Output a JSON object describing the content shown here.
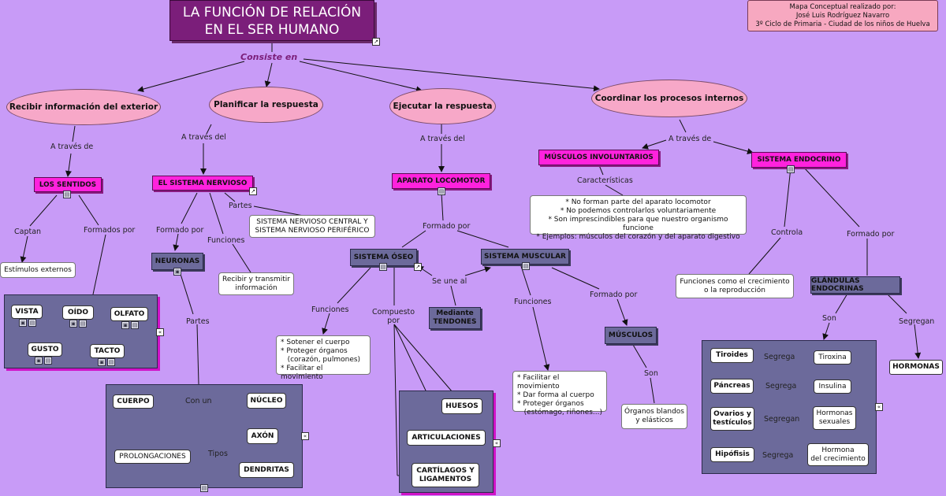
{
  "title_line1": "LA FUNCIÓN DE RELACIÓN",
  "title_line2": "EN EL SER HUMANO",
  "credit": {
    "line1": "Mapa Conceptual realizado por:",
    "line2": "José Luis Rodríguez Navarro",
    "line3": "3º Ciclo de Primaria - Ciudad de los niños de Huelva"
  },
  "consiste": "Consiste en",
  "ellipses": {
    "recibir": "Recibir información del exterior",
    "planificar": "Planificar la respuesta",
    "ejecutar": "Ejecutar la respuesta",
    "coordinar": "Coordinar los procesos internos"
  },
  "links": {
    "a_traves_de_1": "A través de",
    "a_traves_del_1": "A través del",
    "a_traves_del_2": "A través del",
    "a_traves_de_2": "A través de",
    "captan": "Captan",
    "formados_por": "Formados por",
    "partes_1": "Partes",
    "formado_por_1": "Formado por",
    "funciones_1": "Funciones",
    "partes_2": "Partes",
    "formado_por_2": "Formado por",
    "funciones_2": "Funciones",
    "compuesto_por": "Compuesto\npor",
    "se_une_al": "Se une al",
    "funciones_3": "Funciones",
    "formado_por_3": "Formado por",
    "son_1": "Son",
    "caracteristicas": "Características",
    "controla": "Controla",
    "formado_por_4": "Formado por",
    "son_2": "Son",
    "segregan": "Segregan",
    "con_un": "Con un",
    "tipos": "Tipos",
    "segrega_1": "Segrega",
    "segrega_2": "Segrega",
    "segregan_2": "Segregan",
    "segrega_3": "Segrega"
  },
  "nodes": {
    "sentidos": "LOS SENTIDOS",
    "nervioso": "EL SISTEMA NERVIOSO",
    "locomotor": "APARATO LOCOMOTOR",
    "involuntarios": "MÚSCULOS INVOLUNTARIOS",
    "endocrino": "SISTEMA ENDOCRINO",
    "neuronas": "NEURONAS",
    "oseo": "SISTEMA ÓSEO",
    "muscular": "SISTEMA MUSCULAR",
    "tendones": "Mediante\nTENDONES",
    "musculos": "MÚSCULOS",
    "glandulas": "GLÁNDULAS ENDOCRINAS",
    "hormonas": "HORMONAS"
  },
  "boxes": {
    "estimulos": "Estímulos externos",
    "snc": "SISTEMA NERVIOSO CENTRAL Y\nSISTEMA NERVIOSO PERIFÉRICO",
    "recibir_transmitir": "Recibir y transmitir\ninformación",
    "funciones_oseo": [
      "* Sotener el cuerpo",
      "* Proteger órganos",
      "   (corazón, pulmones)",
      "* Facilitar el movimiento"
    ],
    "funciones_muscular": [
      "* Facilitar el movimiento",
      "* Dar forma al cuerpo",
      "* Proteger órganos",
      "   (estómago, riñones...)"
    ],
    "organos_blandos": "Órganos blandos\ny elásticos",
    "caracteristicas": [
      "* No forman parte del aparato locomotor",
      "* No podemos controlarlos voluntariamente",
      "* Son imprescindibles para que nuestro organismo funcione",
      "* Ejemplos: músculos del corazón y del aparato digestivo"
    ],
    "funciones_crecimiento": "Funciones como el crecimiento\no la reproducción"
  },
  "sentidos_panel": [
    "VISTA",
    "OÍDO",
    "OLFATO",
    "GUSTO",
    "TACTO"
  ],
  "neurona_panel": {
    "cuerpo": "CUERPO",
    "nucleo": "NÚCLEO",
    "axon": "AXÓN",
    "prolongaciones": "PROLONGACIONES",
    "dendritas": "DENDRITAS"
  },
  "oseo_panel": {
    "huesos": "HUESOS",
    "articulaciones": "ARTICULACIONES",
    "cartilagos": "CARTÍLAGOS Y\nLIGAMENTOS"
  },
  "glandulas_panel": [
    {
      "name": "Tiroides",
      "verb": "Segrega",
      "product": "Tiroxina"
    },
    {
      "name": "Páncreas",
      "verb": "Segrega",
      "product": "Insulina"
    },
    {
      "name": "Ovarios y\ntestículos",
      "verb": "Segregan",
      "product": "Hormonas\nsexuales"
    },
    {
      "name": "Hipófisis",
      "verb": "Segrega",
      "product": "Hormona\ndel crecimiento"
    }
  ]
}
